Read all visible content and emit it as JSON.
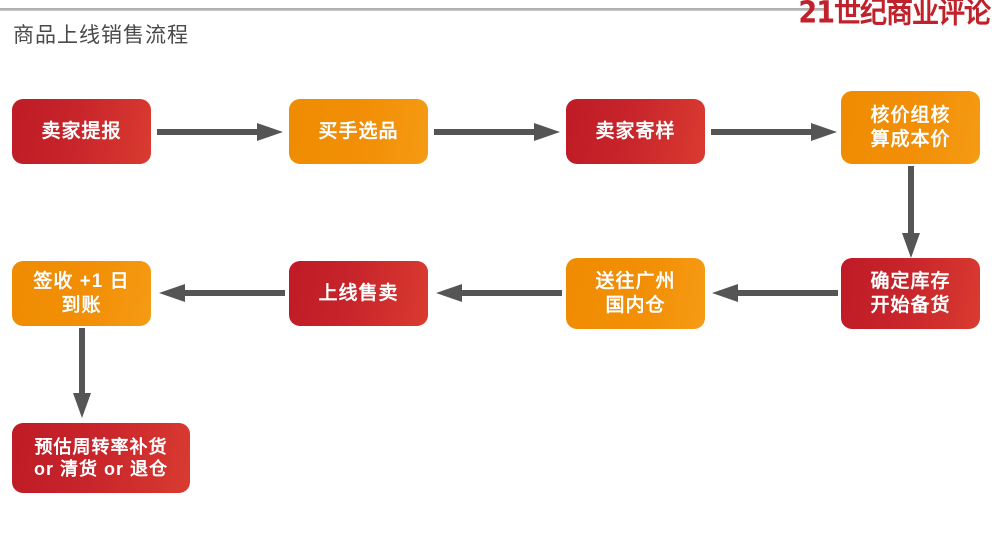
{
  "header": {
    "title": "商品上线销售流程",
    "brand": "21世纪商业评论",
    "rule_color": "#b0b0b0",
    "brand_color": "#c0222b",
    "title_color": "#4a4a4a"
  },
  "palette": {
    "red": "#c4222a",
    "orange": "#f08c02",
    "arrow": "#555555",
    "background": "#ffffff"
  },
  "flow": {
    "nodes": [
      {
        "id": "n1",
        "label": "卖家提报",
        "color": "red",
        "row": 1,
        "col": 1
      },
      {
        "id": "n2",
        "label": "买手选品",
        "color": "orange",
        "row": 1,
        "col": 2
      },
      {
        "id": "n3",
        "label": "卖家寄样",
        "color": "red",
        "row": 1,
        "col": 3
      },
      {
        "id": "n4",
        "label": "核价组核\n算成本价",
        "color": "orange",
        "row": 1,
        "col": 4
      },
      {
        "id": "n5",
        "label": "确定库存\n开始备货",
        "color": "red",
        "row": 2,
        "col": 4
      },
      {
        "id": "n6",
        "label": "送往广州\n国内仓",
        "color": "orange",
        "row": 2,
        "col": 3
      },
      {
        "id": "n7",
        "label": "上线售卖",
        "color": "red",
        "row": 2,
        "col": 2
      },
      {
        "id": "n8",
        "label": "签收 +1 日\n到账",
        "color": "orange",
        "row": 2,
        "col": 1
      },
      {
        "id": "n9",
        "label": "预估周转率补货\nor 清货 or 退仓",
        "color": "red",
        "row": 3,
        "col": 1
      }
    ],
    "edges": [
      {
        "from": "n1",
        "to": "n2",
        "direction": "right"
      },
      {
        "from": "n2",
        "to": "n3",
        "direction": "right"
      },
      {
        "from": "n3",
        "to": "n4",
        "direction": "right"
      },
      {
        "from": "n4",
        "to": "n5",
        "direction": "down"
      },
      {
        "from": "n5",
        "to": "n6",
        "direction": "left"
      },
      {
        "from": "n6",
        "to": "n7",
        "direction": "left"
      },
      {
        "from": "n7",
        "to": "n8",
        "direction": "left"
      },
      {
        "from": "n8",
        "to": "n9",
        "direction": "down"
      }
    ]
  }
}
